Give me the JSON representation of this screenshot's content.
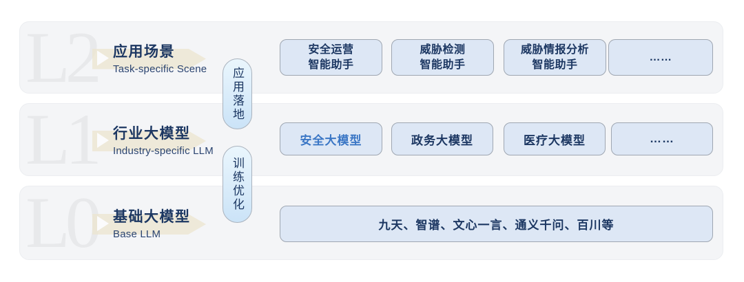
{
  "colors": {
    "row_bg": "#f4f5f7",
    "row_border": "#ebedf0",
    "watermark_gray": "#e8e9eb",
    "navy_text": "#1c3762",
    "highlight_blue": "#3a76c5",
    "card_bg": "#dde7f5",
    "card_border": "#9ea6b1",
    "pill_bg": "#cbe3f7",
    "deco_beige": "#ece4cf"
  },
  "layers": [
    {
      "watermark": "L2",
      "title": "应用场景",
      "subtitle": "Task-specific Scene",
      "items": [
        {
          "line1": "安全运营",
          "line2": "智能助手"
        },
        {
          "line1": "威胁检测",
          "line2": "智能助手"
        },
        {
          "line1": "威胁情报分析",
          "line2": "智能助手"
        },
        {
          "line1": "……"
        }
      ]
    },
    {
      "watermark": "L1",
      "title": "行业大模型",
      "subtitle": "Industry-specific LLM",
      "items": [
        {
          "label": "安全大模型",
          "highlight": "true"
        },
        {
          "label": "政务大模型"
        },
        {
          "label": "医疗大模型"
        },
        {
          "label": "……"
        }
      ]
    },
    {
      "watermark": "L0",
      "title": "基础大模型",
      "subtitle": "Base LLM",
      "items": [
        {
          "label": "九天、智谱、文心一言、通义千问、百川等"
        }
      ]
    }
  ],
  "connectors": [
    {
      "label": "应用落地"
    },
    {
      "label": "训练优化"
    }
  ]
}
